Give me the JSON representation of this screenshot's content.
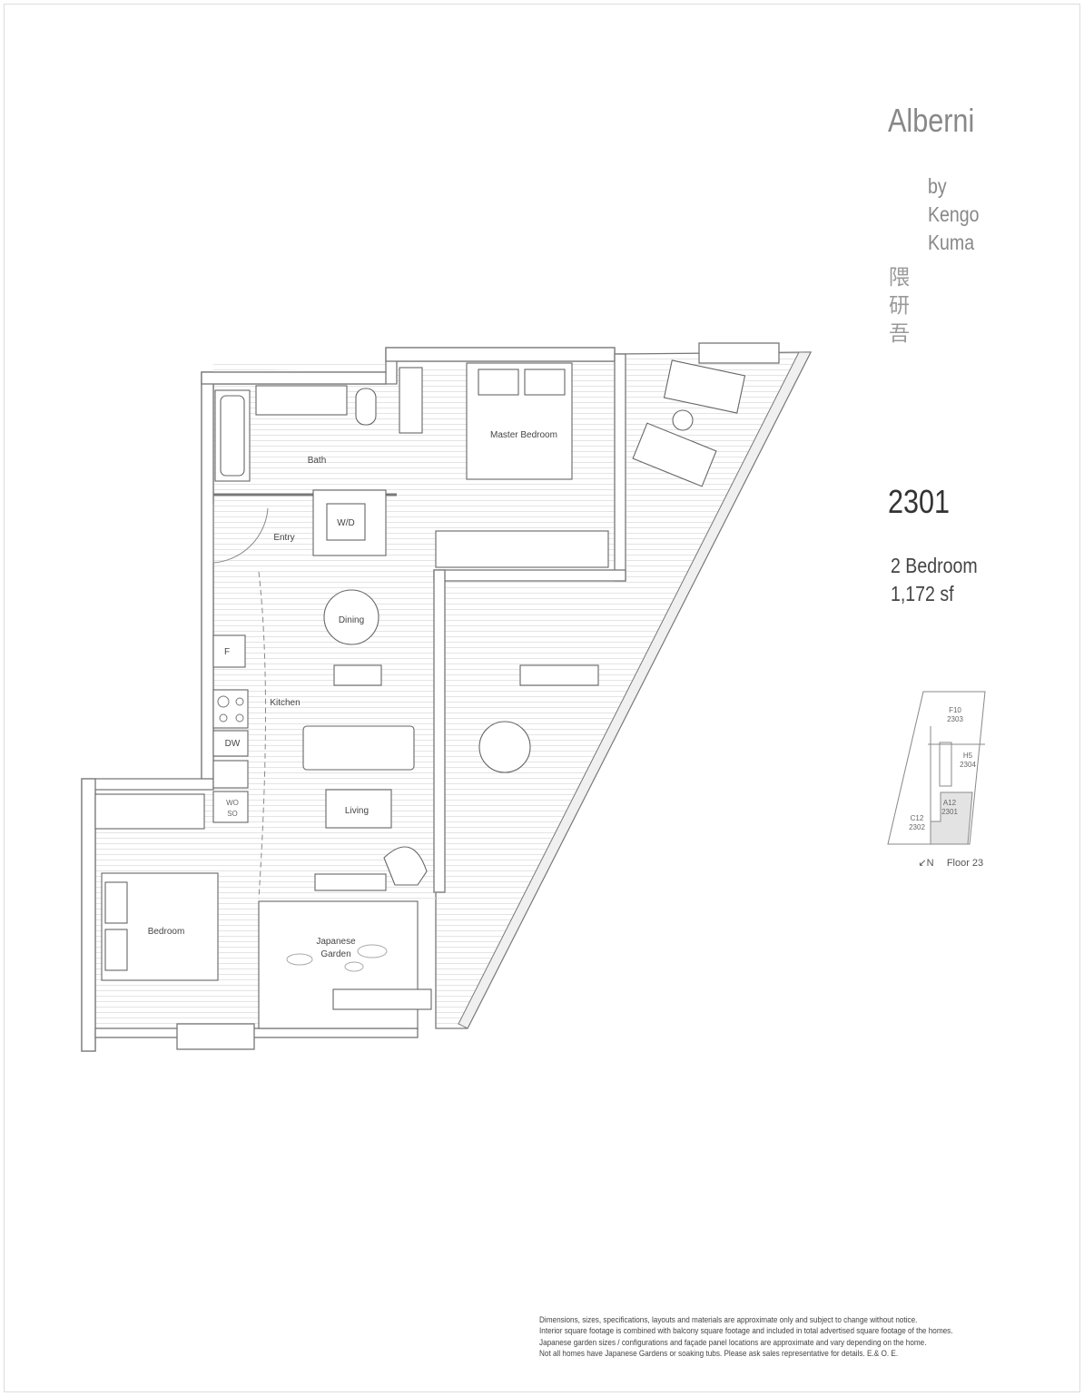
{
  "header": {
    "title": "Alberni",
    "by_lines": [
      "by",
      "Kengo",
      "Kuma"
    ],
    "kanji": [
      "隈",
      "研",
      "吾"
    ]
  },
  "unit": {
    "number": "2301",
    "type": "2 Bedroom",
    "area": "1,172 sf"
  },
  "rooms": {
    "master_bedroom": "Master Bedroom",
    "bath": "Bath",
    "wd": "W/D",
    "entry": "Entry",
    "dining": "Dining",
    "fridge": "F",
    "kitchen": "Kitchen",
    "dw": "DW",
    "wd2_a": "WO",
    "wd2_b": "SO",
    "living": "Living",
    "bedroom": "Bedroom",
    "garden_a": "Japanese",
    "garden_b": "Garden"
  },
  "keyplan": {
    "units": [
      {
        "code": "F10",
        "num": "2303"
      },
      {
        "code": "H5",
        "num": "2304"
      },
      {
        "code": "A12",
        "num": "2301"
      },
      {
        "code": "C12",
        "num": "2302"
      }
    ],
    "north": "↙N",
    "floor": "Floor 23",
    "highlight": "#e3e3e3"
  },
  "disclaimer": [
    "Dimensions, sizes, specifications, layouts and materials are approximate only and subject to change without notice.",
    "Interior square footage is combined with balcony square footage and included in total advertised square footage of the homes.",
    "Japanese garden sizes / configurations and façade panel locations are approximate and vary depending on the home.",
    "Not all homes have Japanese Gardens or soaking tubs. Please ask sales representative for details. E.& O. E."
  ]
}
